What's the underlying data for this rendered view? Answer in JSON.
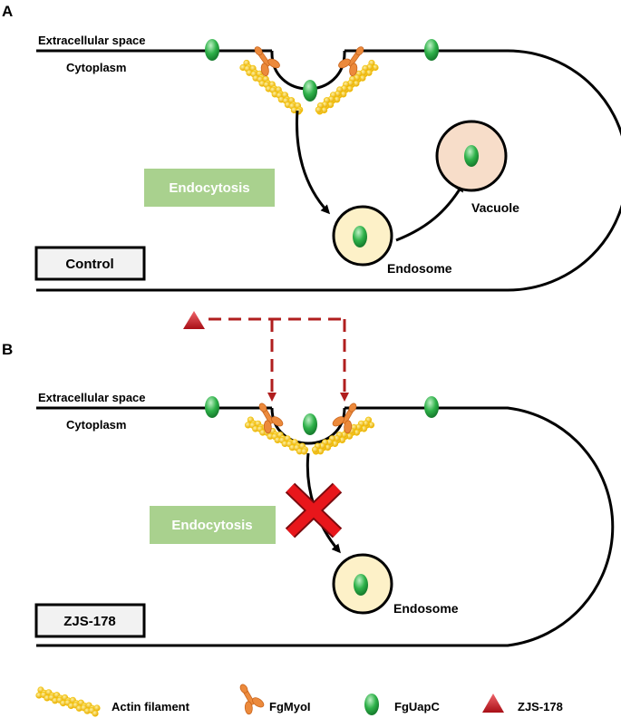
{
  "panel_a": {
    "letter": "A",
    "extracellular_label": "Extracellular space",
    "cytoplasm_label": "Cytoplasm",
    "process_label": "Endocytosis",
    "vacuole_label": "Vacuole",
    "endosome_label": "Endosome",
    "condition_label": "Control"
  },
  "panel_b": {
    "letter": "B",
    "extracellular_label": "Extracellular space",
    "cytoplasm_label": "Cytoplasm",
    "process_label": "Endocytosis",
    "endosome_label": "Endosome",
    "condition_label": "ZJS-178"
  },
  "legend": {
    "actin": "Actin filament",
    "myoi": "FgMyoI",
    "uapc": "FgUapC",
    "zjs": "ZJS-178"
  },
  "colors": {
    "membrane": "#000000",
    "actin": "#f5c400",
    "actin_highlight": "#ffe560",
    "myoi": "#ec8a3c",
    "uapc": "#2fb24a",
    "uapc_highlight": "#9be3a6",
    "endosome_fill": "#fdf1c8",
    "vacuole_fill": "#f7ddc9",
    "endocytosis_box": "#a9d18e",
    "inhibitor": "#c0141b",
    "inhibitor_arrow": "#b01e1e",
    "block_cross": "#e8161b"
  }
}
